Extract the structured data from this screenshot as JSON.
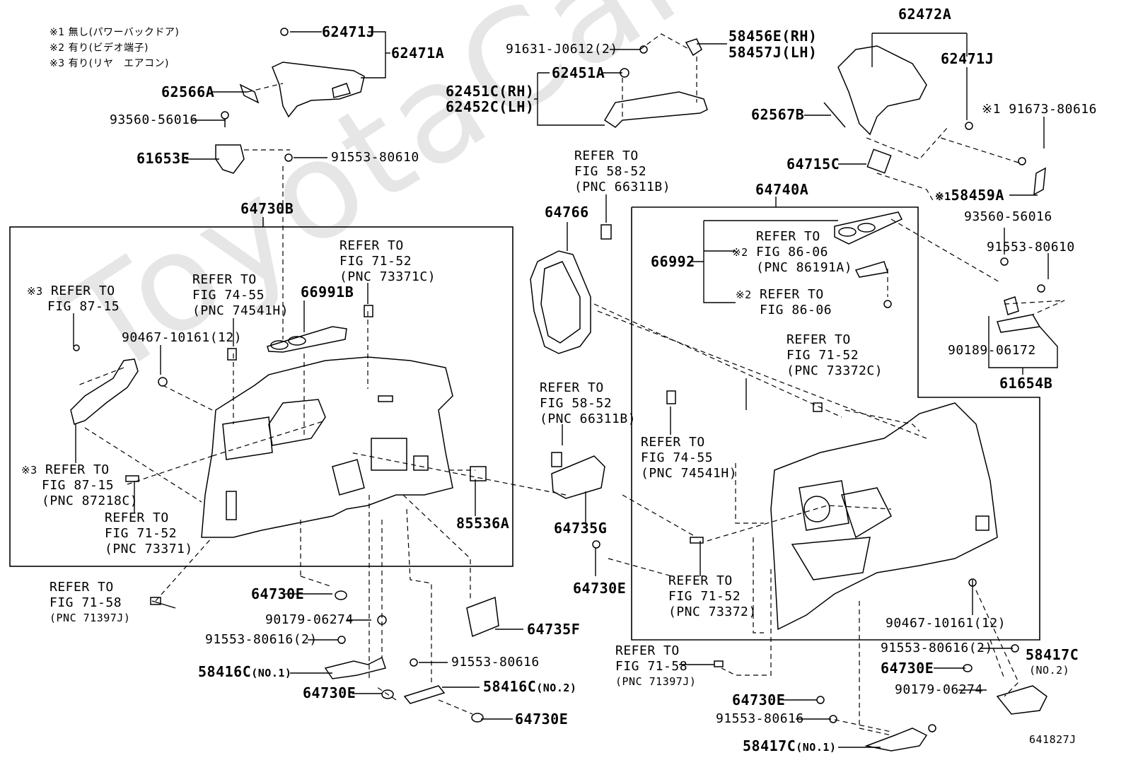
{
  "watermark": "ToyotaCamMeru",
  "figure_id": "641827J",
  "notes": [
    "※1 無し(パワーバックドア)",
    "※2 有り(ビデオ端子)",
    "※3 有り(リヤ　エアコン)"
  ],
  "parts": {
    "p62471J_a": "62471J",
    "p62471A": "62471A",
    "p62566A": "62566A",
    "p93560_a": "93560-56016",
    "p61653E": "61653E",
    "p91553_80610_a": "91553-80610",
    "p64730B": "64730B",
    "p91631": "91631-J0612(2)",
    "p58456E": "58456E(RH)",
    "p58457J": "58457J(LH)",
    "p62451A": "62451A",
    "p62451C": "62451C(RH)",
    "p62452C": "62452C(LH)",
    "p62472A": "62472A",
    "p62471J_b": "62471J",
    "p62567B": "62567B",
    "p91673": "91673-80616",
    "p64715C": "64715C",
    "p58459A": "58459A",
    "p64740A": "64740A",
    "p93560_b": "93560-56016",
    "p91553_80610_b": "91553-80610",
    "p64766": "64766",
    "p66992": "66992",
    "p90189": "90189-06172",
    "p61654B": "61654B",
    "p66991B": "66991B",
    "p90467_a": "90467-10161(12)",
    "p85536A": "85536A",
    "p64735G": "64735G",
    "p64730E_mid": "64730E",
    "p64730E_a": "64730E",
    "p90179_a": "90179-06274",
    "p91553_80616_2a": "91553-80616(2)",
    "p58416C_1": "58416C",
    "p58416C_1_suffix": "(NO.1)",
    "p64730E_b": "64730E",
    "p64735F": "64735F",
    "p91553_80616_a": "91553-80616",
    "p58416C_2": "58416C",
    "p58416C_2_suffix": "(NO.2)",
    "p64730E_c": "64730E",
    "p90467_b": "90467-10161(12)",
    "p91553_80616_2b": "91553-80616(2)",
    "p58417C_2": "58417C",
    "p58417C_2_suffix": "(NO.2)",
    "p64730E_d": "64730E",
    "p90179_b": "90179-06274",
    "p64730E_e": "64730E",
    "p91553_80616_b": "91553-80616",
    "p58417C_1": "58417C",
    "p58417C_1_suffix": "(NO.1)"
  },
  "markers": {
    "m1": "※1",
    "m2": "※2",
    "m3": "※3"
  },
  "refs": {
    "r_fig5852_top": [
      "REFER TO",
      "FIG 58-52",
      "(PNC 66311B)"
    ],
    "r_fig7152_top": [
      "REFER TO",
      "FIG 71-52",
      "(PNC 73371C)"
    ],
    "r_fig7455_left": [
      "REFER TO",
      "FIG 74-55",
      "(PNC 74541H)"
    ],
    "r_fig8715_a": [
      "REFER TO",
      "FIG 87-15"
    ],
    "r_fig8715_b": [
      "REFER TO",
      "FIG 87-15",
      "(PNC 87218C)"
    ],
    "r_fig7152_left": [
      "REFER TO",
      "FIG 71-52",
      "(PNC 73371)"
    ],
    "r_fig7158_left": [
      "REFER TO",
      "FIG 71-58",
      "(PNC 71397J)"
    ],
    "r_fig5852_mid": [
      "REFER TO",
      "FIG 58-52",
      "(PNC 66311B)"
    ],
    "r_fig8606_a": [
      "REFER TO",
      "FIG 86-06",
      "(PNC 86191A)"
    ],
    "r_fig8606_b": [
      "REFER TO",
      "FIG 86-06"
    ],
    "r_fig7152_right": [
      "REFER TO",
      "FIG 71-52",
      "(PNC 73372C)"
    ],
    "r_fig7455_right": [
      "REFER TO",
      "FIG 74-55",
      "(PNC 74541H)"
    ],
    "r_fig7152_bottom": [
      "REFER TO",
      "FIG 71-52",
      "(PNC 73372)"
    ],
    "r_fig7158_right": [
      "REFER TO",
      "FIG 71-58",
      "(PNC 71397J)"
    ]
  }
}
